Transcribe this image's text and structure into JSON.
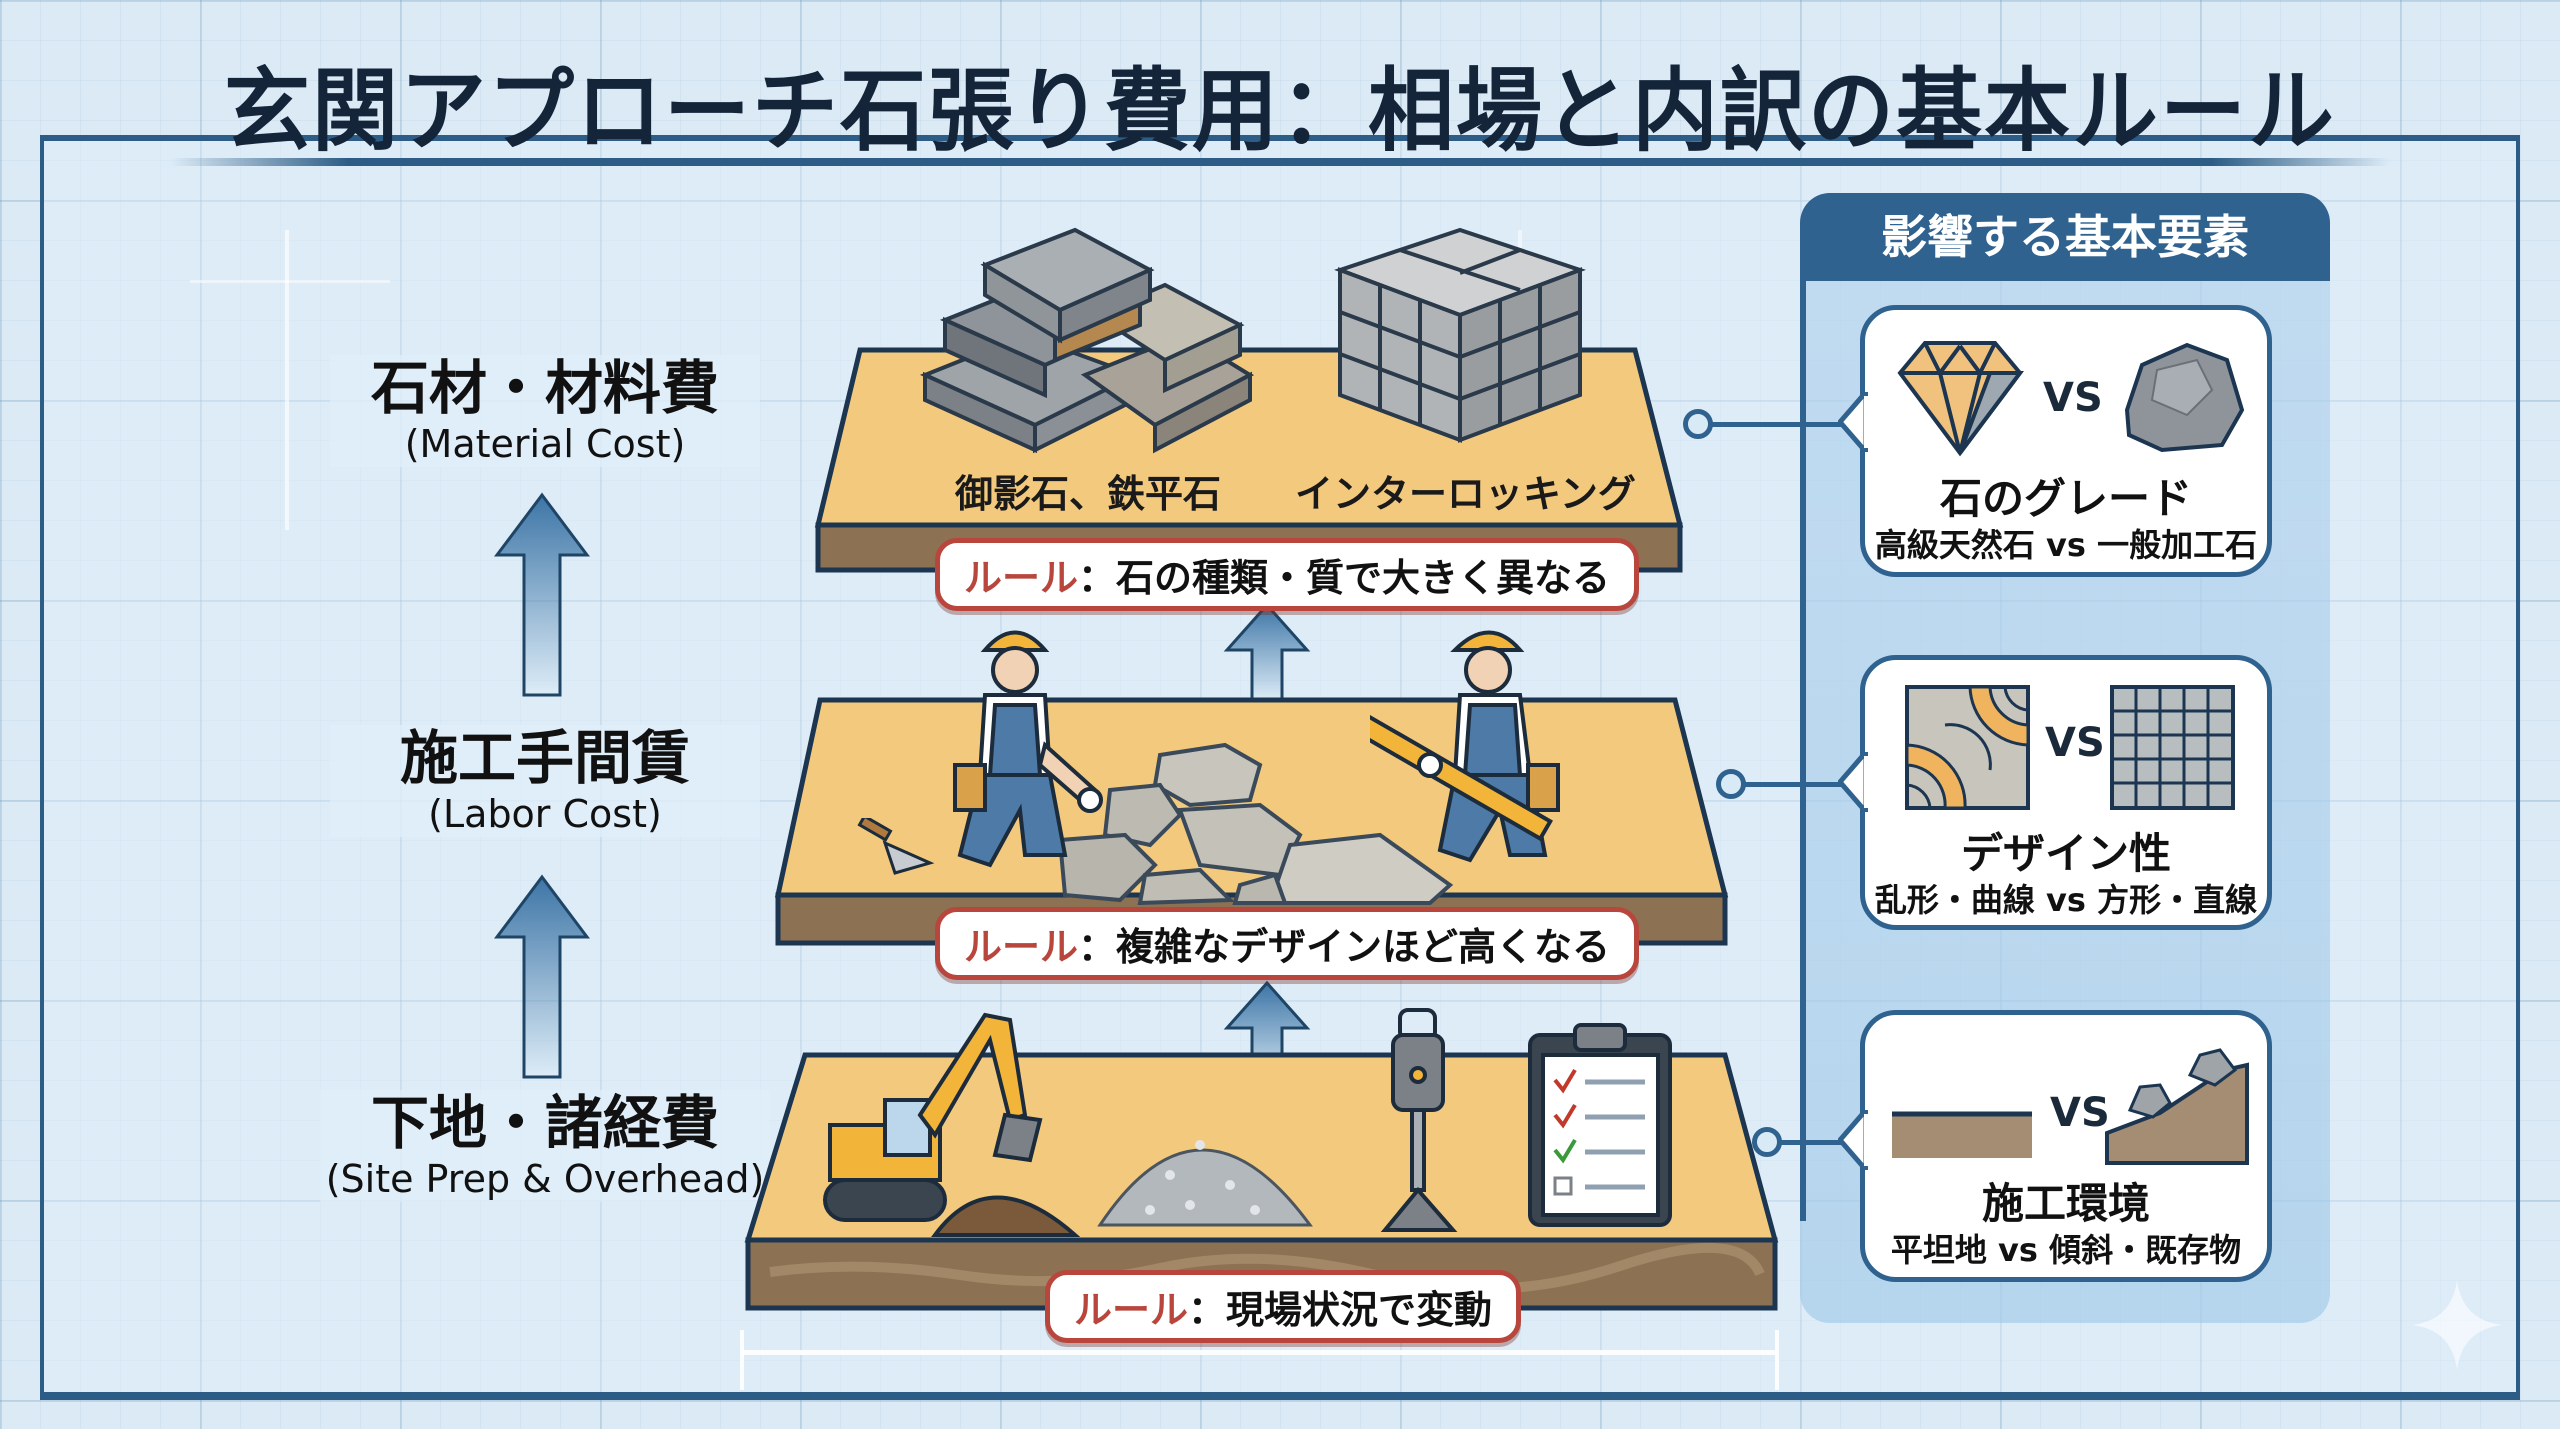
{
  "title": "玄関アプローチ石張り費用：相場と内訳の基本ルール",
  "colors": {
    "navy": "#2f628e",
    "rule_red": "#b8463d",
    "sand": "#f3c97e",
    "soil": "#8c7152",
    "background": "#dbeaf5"
  },
  "categories": [
    {
      "jp": "石材・材料費",
      "en": "(Material Cost)"
    },
    {
      "jp": "施工手間賃",
      "en": "(Labor Cost)"
    },
    {
      "jp": "下地・諸経費",
      "en": "(Site Prep & Overhead)"
    }
  ],
  "layers": [
    {
      "name": "material",
      "labels": [
        "御影石、鉄平石",
        "インターロッキング"
      ],
      "icons": [
        "stacked-stone-slabs-icon",
        "interlocking-blocks-icon"
      ],
      "rule_label": "ルール",
      "rule_text": "：石の種類・質で大きく異なる"
    },
    {
      "name": "labor",
      "icons": [
        "worker-with-trowel-icon",
        "irregular-paving-stones-icon",
        "worker-with-level-icon"
      ],
      "rule_label": "ルール",
      "rule_text": "：複雑なデザインほど高くなる"
    },
    {
      "name": "site-prep",
      "icons": [
        "excavator-icon",
        "gravel-pile-icon",
        "tamper-icon",
        "checklist-clipboard-icon"
      ],
      "rule_label": "ルール",
      "rule_text": "：現場状況で変動"
    }
  ],
  "factors_panel": {
    "header": "影響する基本要素",
    "cards": [
      {
        "title": "石のグレード",
        "subtitle": "高級天然石 vs 一般加工石",
        "vs": "VS",
        "left_icon": "gem-icon",
        "right_icon": "rough-rock-icon"
      },
      {
        "title": "デザイン性",
        "subtitle": "乱形・曲線 vs 方形・直線",
        "vs": "VS",
        "left_icon": "curved-pattern-icon",
        "right_icon": "square-grid-icon"
      },
      {
        "title": "施工環境",
        "subtitle": "平坦地 vs 傾斜・既存物",
        "vs": "VS",
        "left_icon": "flat-ground-icon",
        "right_icon": "slope-with-rocks-icon"
      }
    ]
  }
}
